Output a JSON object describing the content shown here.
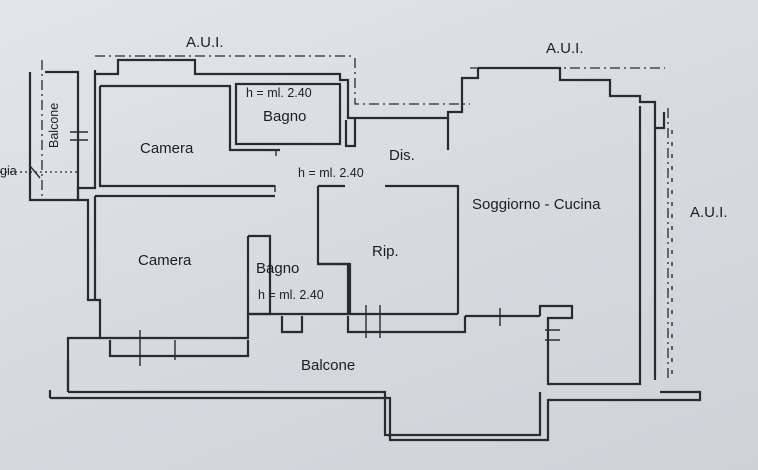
{
  "labels": {
    "aui_top_left": "A.U.I.",
    "aui_top_right": "A.U.I.",
    "aui_right": "A.U.I.",
    "balcone_left": "Balcone",
    "loggia_cut": "gia",
    "camera_top": "Camera",
    "camera_bottom": "Camera",
    "bagno_top": "Bagno",
    "bagno_top_height": "h = ml. 2.40",
    "bagno_bottom": "Bagno",
    "bagno_bottom_height": "h = ml. 2.40",
    "dis": "Dis.",
    "dis_height": "h = ml. 2.40",
    "rip": "Rip.",
    "soggiorno": "Soggiorno - Cucina",
    "balcone_bottom": "Balcone"
  },
  "colors": {
    "ink": "#2b2b2b",
    "paper": "#dcdfe2"
  }
}
